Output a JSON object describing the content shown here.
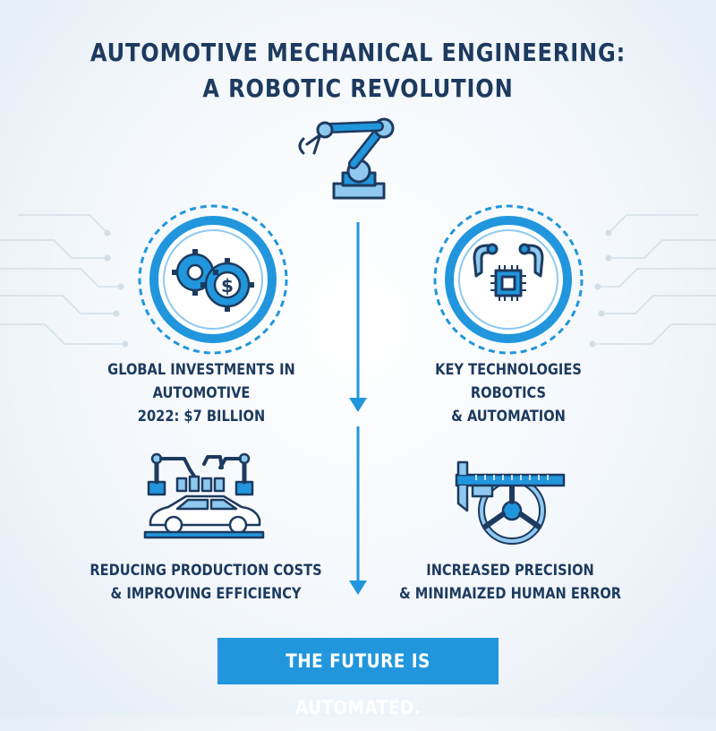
{
  "title": {
    "line1": "AUTOMOTIVE MECHANICAL ENGINEERING:",
    "line2": "A ROBOTIC REVOLUTION"
  },
  "sections": {
    "investments": {
      "line1": "GLOBAL INVESTMENTS IN",
      "line2": "AUTOMOTIVE",
      "line3": "2022: $7 BILLION"
    },
    "technologies": {
      "line1": "KEY TECHNOLOGIES",
      "line2": "ROBOTICS",
      "line3": "& AUTOMATION"
    },
    "costs": {
      "line1": "REDUCING PRODUCTION COSTS",
      "line2": "& IMPROVING EFFICIENCY"
    },
    "precision": {
      "line1": "INCREASED PRECISION",
      "line2": "& MINIMAIZED HUMAN ERROR"
    }
  },
  "tagline": "THE FUTURE IS AUTOMATED.",
  "colors": {
    "navy": "#1d3a5f",
    "accent": "#2196dd",
    "light_accent": "#8fc9ef",
    "circuit": "#d3dee8"
  },
  "icons": {
    "top": "robotic-arm-icon",
    "investments": "gears-dollar-icon",
    "technologies": "robot-grippers-chip-icon",
    "costs": "assembly-line-car-icon",
    "precision": "caliper-steering-wheel-icon"
  }
}
